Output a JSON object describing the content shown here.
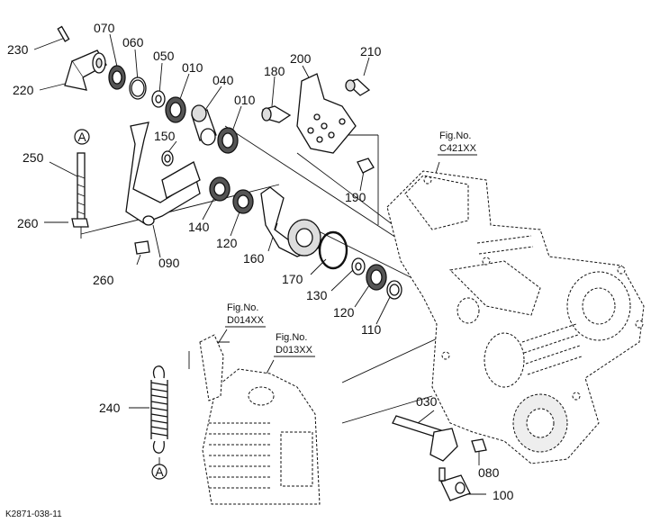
{
  "parts": {
    "p230": "230",
    "p220": "220",
    "p070": "070",
    "p060": "060",
    "p050": "050",
    "p010a": "010",
    "p040": "040",
    "p010b": "010",
    "p180": "180",
    "p200": "200",
    "p210": "210",
    "p150": "150",
    "p250": "250",
    "p260a": "260",
    "p260b": "260",
    "p090": "090",
    "p140": "140",
    "p120a": "120",
    "p160": "160",
    "p170": "170",
    "p130": "130",
    "p120b": "120",
    "p110": "110",
    "p190": "190",
    "p240": "240",
    "p030": "030",
    "p080": "080",
    "p100": "100"
  },
  "refs": {
    "c421_line1": "Fig.No.",
    "c421_line2": "C421XX",
    "d014_line1": "Fig.No.",
    "d014_line2": "D014XX",
    "d013_line1": "Fig.No.",
    "d013_line2": "D013XX"
  },
  "markers": {
    "a_top": "A",
    "a_bottom": "A"
  },
  "drawing_code": "K2871-038-11"
}
